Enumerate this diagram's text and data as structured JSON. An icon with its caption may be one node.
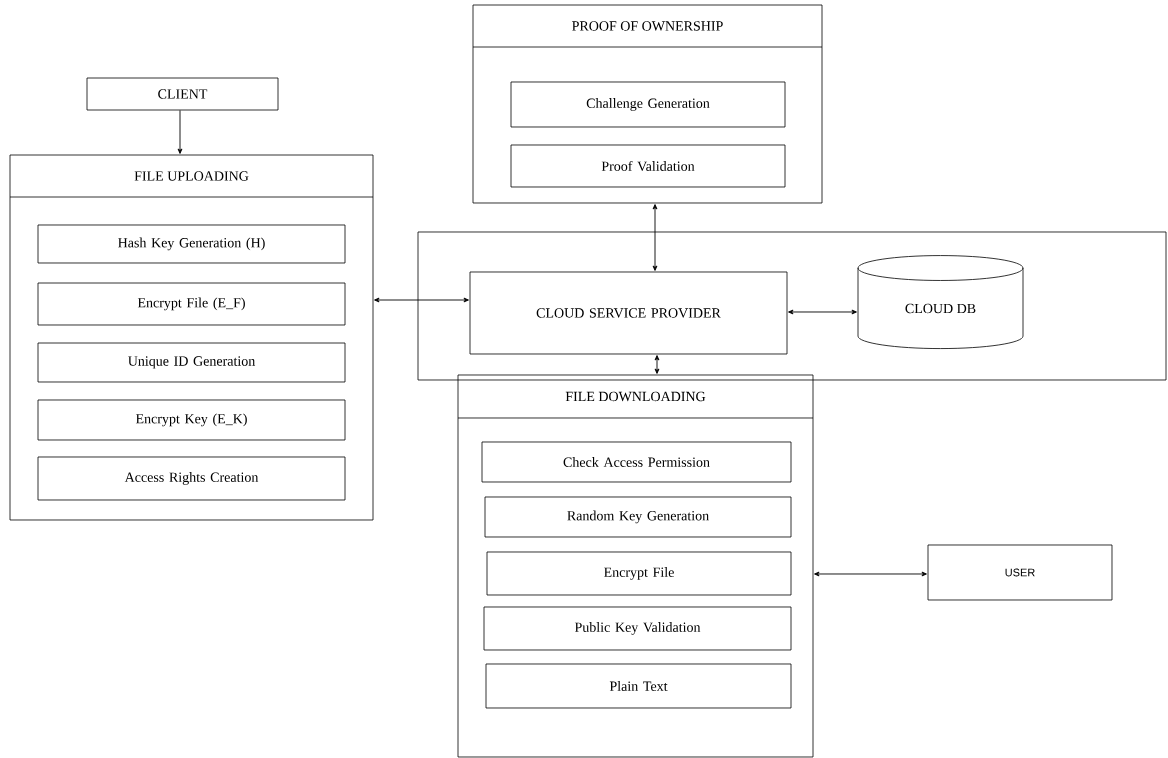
{
  "diagram": {
    "nodes": [
      {
        "text": [
          "CLIENT"
        ]
      },
      {
        "text": [
          "FILE UPLOADING"
        ]
      },
      {
        "text": [
          "Hash Key Generation (H)"
        ],
        "in": 1
      },
      {
        "text": [
          "Encrypt File (E_F)"
        ],
        "in": 1
      },
      {
        "text": [
          "Unique ID Generation"
        ],
        "in": 1
      },
      {
        "text": [
          "Encrypt Key (E_K)"
        ],
        "in": 1
      },
      {
        "text": [
          "Access Rights Creation"
        ],
        "in": 1
      },
      {
        "text": [
          "PROOF OF OWNERSHIP"
        ]
      },
      {
        "text": [
          "Challenge Generation"
        ],
        "in": 7
      },
      {
        "text": [
          "Proof Validation"
        ],
        "in": 7
      },
      {
        "text": [],
        "shape": "box"
      },
      {
        "text": [
          "CLOUD SERVICE PROVIDER"
        ],
        "in": 10
      },
      {
        "text": [
          "CLOUD DB"
        ],
        "in": 10
      },
      {
        "text": [
          "FILE DOWNLOADING"
        ]
      },
      {
        "text": [
          "Check Access Permission"
        ],
        "in": 13
      },
      {
        "text": [
          "Random Key Generation"
        ],
        "in": 13
      },
      {
        "text": [
          "Encrypt File"
        ],
        "in": 13
      },
      {
        "text": [
          "Public Key Validation"
        ],
        "in": 13
      },
      {
        "text": [
          "Plain Text"
        ],
        "in": 13
      },
      {
        "text": [
          "USER"
        ]
      }
    ],
    "edges": [
      {
        "from": 0,
        "to": 1,
        "arrow": "to"
      },
      {
        "from": 1,
        "to": 11,
        "arrow": "both"
      },
      {
        "from": 7,
        "to": 11,
        "arrow": "both"
      },
      {
        "from": 11,
        "to": 12,
        "arrow": "both"
      },
      {
        "from": 11,
        "to": 13,
        "arrow": "both"
      },
      {
        "from": 13,
        "to": 19,
        "arrow": "both"
      }
    ]
  }
}
